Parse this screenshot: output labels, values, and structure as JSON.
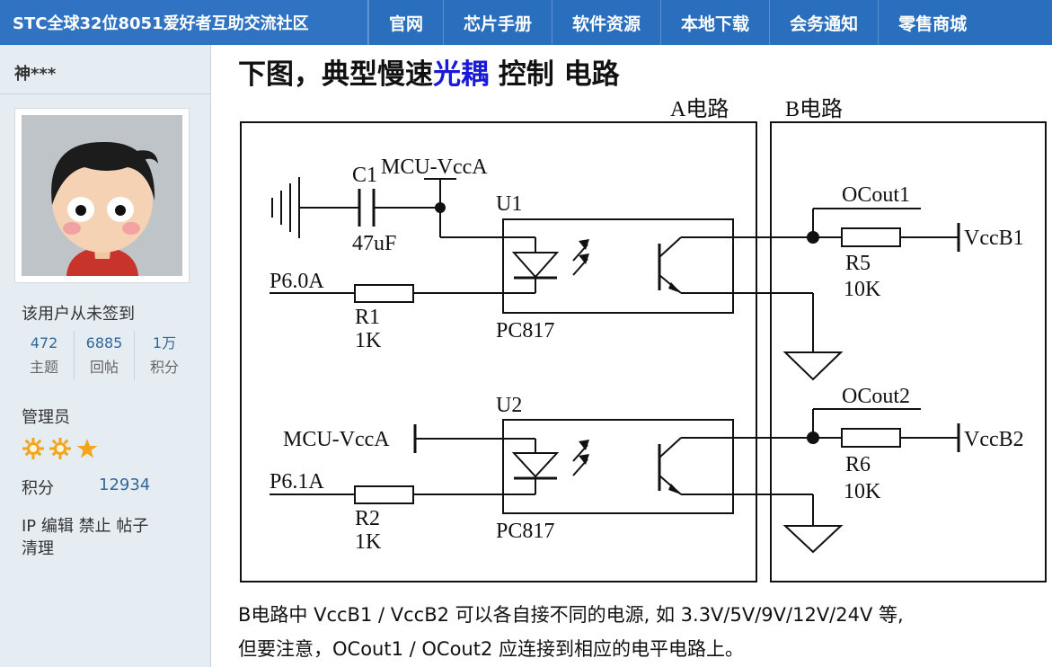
{
  "nav": {
    "site_title": "STC全球32位8051爱好者互助交流社区",
    "items": [
      "官网",
      "芯片手册",
      "软件资源",
      "本地下载",
      "会务通知",
      "零售商城"
    ]
  },
  "profile": {
    "username": "神***",
    "sign_status": "该用户从未签到",
    "stats": [
      {
        "value": "472",
        "label": "主题"
      },
      {
        "value": "6885",
        "label": "回帖"
      },
      {
        "value": "1万",
        "label": "积分"
      }
    ],
    "role": "管理员",
    "points_label": "积分",
    "points_value": "12934",
    "tools": {
      "ip": "IP",
      "edit": "编辑",
      "ban": "禁止",
      "posts": "帖子",
      "clear": "清理"
    }
  },
  "post": {
    "heading_pre": "下图，典型慢速",
    "heading_highlight": "光耦",
    "heading_post": " 控制 电路",
    "circuit": {
      "box_a_title": "A电路",
      "box_b_title": "B电路",
      "c1": "C1",
      "mcu_vcca_top": "MCU-VccA",
      "c1_value": "47uF",
      "u1": "U1",
      "p60a": "P6.0A",
      "r1": "R1",
      "r1_value": "1K",
      "pc817_1": "PC817",
      "u2": "U2",
      "mcu_vcca_bottom": "MCU-VccA",
      "p61a": "P6.1A",
      "r2": "R2",
      "r2_value": "1K",
      "pc817_2": "PC817",
      "ocout1": "OCout1",
      "vccb1": "VccB1",
      "r5": "R5",
      "r5_value": "10K",
      "ocout2": "OCout2",
      "vccb2": "VccB2",
      "r6": "R6",
      "r6_value": "10K"
    },
    "note_line1": "B电路中 VccB1 / VccB2 可以各自接不同的电源, 如 3.3V/5V/9V/12V/24V 等,",
    "note_line2": "但要注意，OCout1 / OCout2 应连接到相应的电平电路上。"
  }
}
